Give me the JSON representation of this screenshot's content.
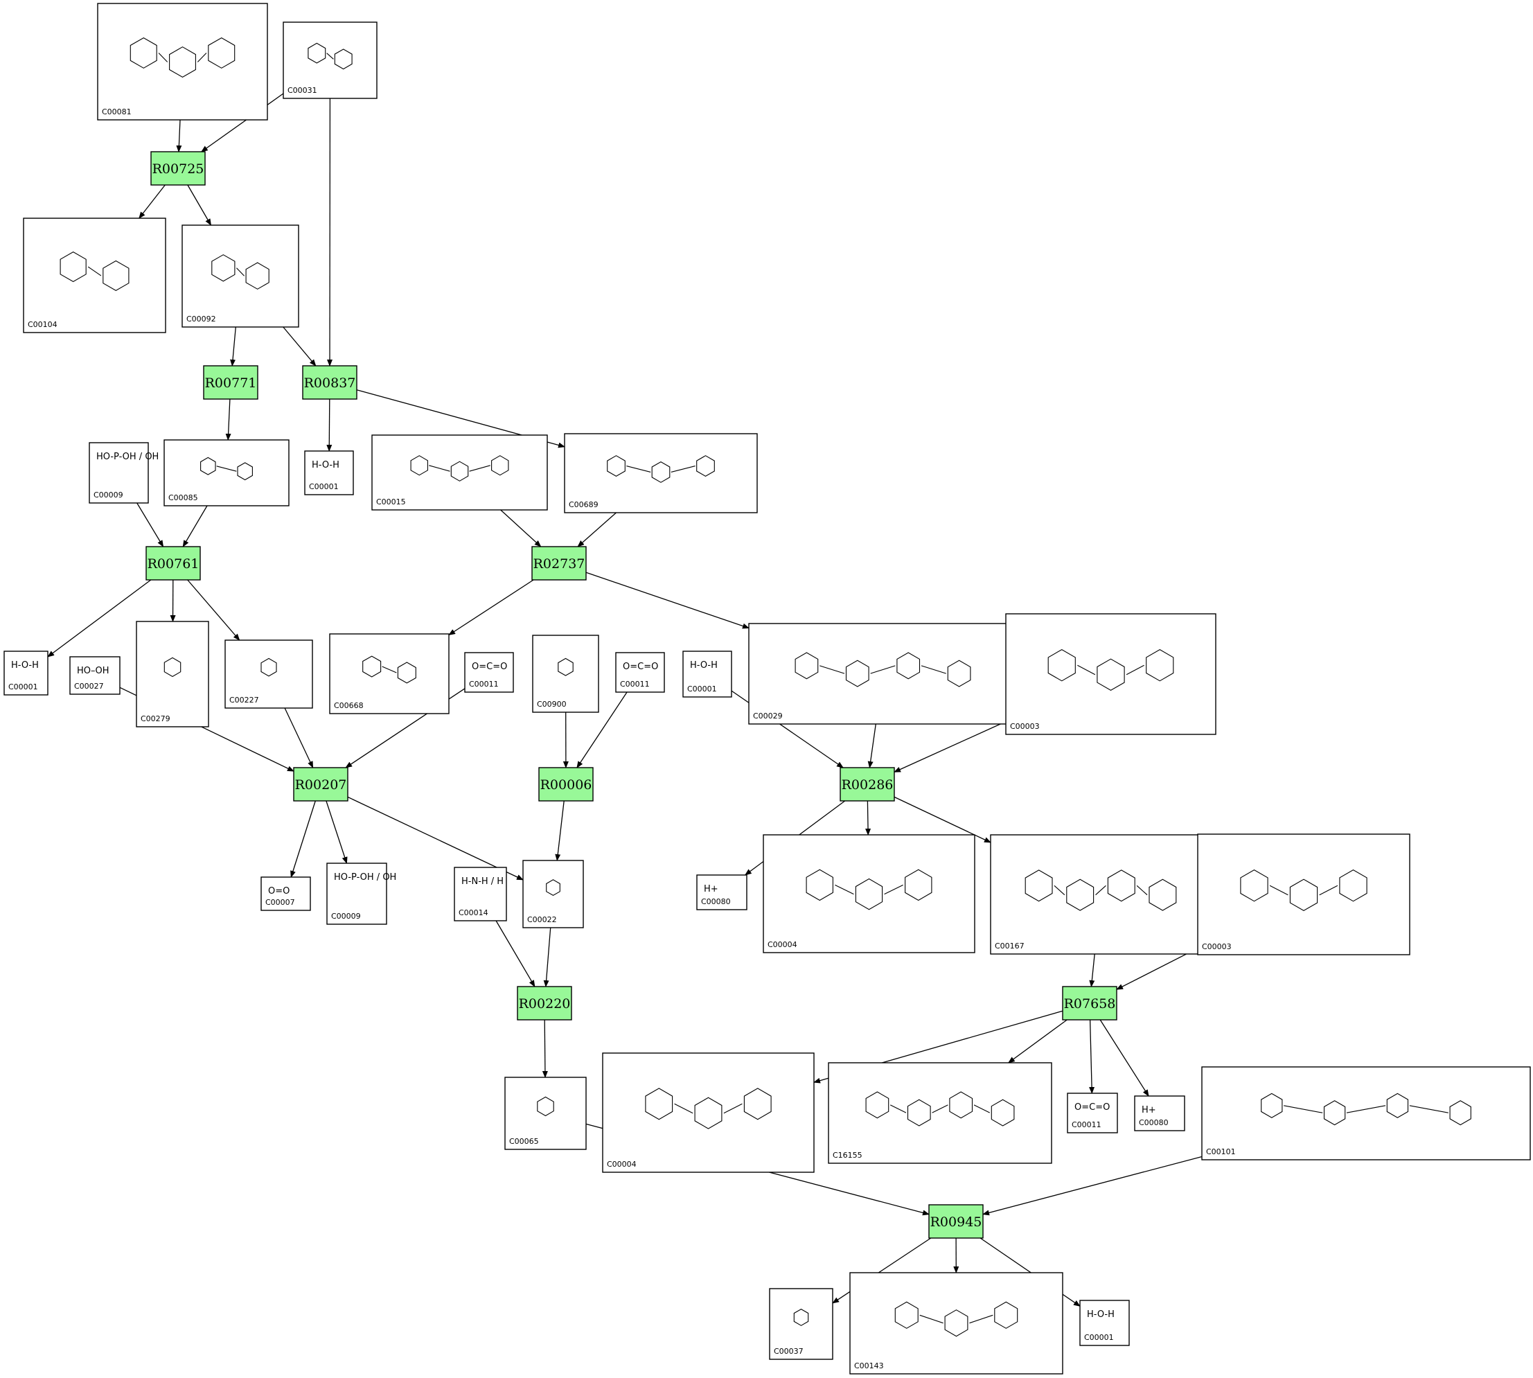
{
  "reactions": [
    {
      "id": "R00725"
    },
    {
      "id": "R00771"
    },
    {
      "id": "R00837"
    },
    {
      "id": "R00761"
    },
    {
      "id": "R02737"
    },
    {
      "id": "R00207"
    },
    {
      "id": "R00006"
    },
    {
      "id": "R00286"
    },
    {
      "id": "R00220"
    },
    {
      "id": "R07658"
    },
    {
      "id": "R00945"
    }
  ],
  "compounds": [
    {
      "key": "c00081",
      "id": "C00081"
    },
    {
      "key": "c00031",
      "id": "C00031"
    },
    {
      "key": "c00104",
      "id": "C00104"
    },
    {
      "key": "c00092",
      "id": "C00092"
    },
    {
      "key": "c00085",
      "id": "C00085"
    },
    {
      "key": "c00009a",
      "id": "C00009",
      "formula": "HO-P-OH / OH"
    },
    {
      "key": "c00001a",
      "id": "C00001",
      "formula": "H-O-H"
    },
    {
      "key": "c00015",
      "id": "C00015"
    },
    {
      "key": "c00689",
      "id": "C00689"
    },
    {
      "key": "c00001b",
      "id": "C00001",
      "formula": "H-O-H"
    },
    {
      "key": "c00027",
      "id": "C00027",
      "formula": "HO–OH"
    },
    {
      "key": "c00279",
      "id": "C00279"
    },
    {
      "key": "c00227",
      "id": "C00227"
    },
    {
      "key": "c00668",
      "id": "C00668"
    },
    {
      "key": "c00011a",
      "id": "C00011",
      "formula": "O=C=O"
    },
    {
      "key": "c00900",
      "id": "C00900"
    },
    {
      "key": "c00011b",
      "id": "C00011",
      "formula": "O=C=O"
    },
    {
      "key": "c00001c",
      "id": "C00001",
      "formula": "H-O-H"
    },
    {
      "key": "c00029",
      "id": "C00029"
    },
    {
      "key": "c00003a",
      "id": "C00003"
    },
    {
      "key": "c00007",
      "id": "C00007",
      "formula": "O=O"
    },
    {
      "key": "c00009b",
      "id": "C00009",
      "formula": "HO-P-OH / OH"
    },
    {
      "key": "c00014",
      "id": "C00014",
      "formula": "H-N-H / H"
    },
    {
      "key": "c00022",
      "id": "C00022"
    },
    {
      "key": "c00080a",
      "id": "C00080",
      "formula": "H+"
    },
    {
      "key": "c00004a",
      "id": "C00004"
    },
    {
      "key": "c00167",
      "id": "C00167"
    },
    {
      "key": "c00003b",
      "id": "C00003"
    },
    {
      "key": "c00065",
      "id": "C00065"
    },
    {
      "key": "c00004b",
      "id": "C00004"
    },
    {
      "key": "c16155",
      "id": "C16155"
    },
    {
      "key": "c00011c",
      "id": "C00011",
      "formula": "O=C=O"
    },
    {
      "key": "c00080b",
      "id": "C00080",
      "formula": "H+"
    },
    {
      "key": "c00101",
      "id": "C00101"
    },
    {
      "key": "c00037",
      "id": "C00037"
    },
    {
      "key": "c00143",
      "id": "C00143"
    },
    {
      "key": "c00001d",
      "id": "C00001",
      "formula": "H-O-H"
    }
  ],
  "edges": [
    [
      "c00081",
      "R00725"
    ],
    [
      "c00031",
      "R00725"
    ],
    [
      "c00031",
      "R00837"
    ],
    [
      "R00725",
      "c00104"
    ],
    [
      "R00725",
      "c00092"
    ],
    [
      "c00092",
      "R00771"
    ],
    [
      "c00092",
      "R00837"
    ],
    [
      "R00771",
      "c00085"
    ],
    [
      "R00837",
      "c00001a"
    ],
    [
      "R00837",
      "c00689"
    ],
    [
      "c00009a",
      "R00761"
    ],
    [
      "c00085",
      "R00761"
    ],
    [
      "c00015",
      "R02737"
    ],
    [
      "c00689",
      "R02737"
    ],
    [
      "R00761",
      "c00001b"
    ],
    [
      "R00761",
      "c00279"
    ],
    [
      "R00761",
      "c00227"
    ],
    [
      "R02737",
      "c00668"
    ],
    [
      "R02737",
      "c00029"
    ],
    [
      "c00027",
      "R00207"
    ],
    [
      "c00227",
      "R00207"
    ],
    [
      "c00011a",
      "R00207"
    ],
    [
      "c00900",
      "R00006"
    ],
    [
      "c00011b",
      "R00006"
    ],
    [
      "c00001c",
      "R00286"
    ],
    [
      "c00029",
      "R00286"
    ],
    [
      "c00003a",
      "R00286"
    ],
    [
      "R00207",
      "c00007"
    ],
    [
      "R00207",
      "c00009b"
    ],
    [
      "R00207",
      "c00022"
    ],
    [
      "R00006",
      "c00022"
    ],
    [
      "R00286",
      "c00080a"
    ],
    [
      "R00286",
      "c00004a"
    ],
    [
      "R00286",
      "c00167"
    ],
    [
      "c00014",
      "R00220"
    ],
    [
      "c00022",
      "R00220"
    ],
    [
      "c00167",
      "R07658"
    ],
    [
      "c00003b",
      "R07658"
    ],
    [
      "R00220",
      "c00065"
    ],
    [
      "R07658",
      "c00004b"
    ],
    [
      "R07658",
      "c16155"
    ],
    [
      "R07658",
      "c00011c"
    ],
    [
      "R07658",
      "c00080b"
    ],
    [
      "c00065",
      "R00945"
    ],
    [
      "c00101",
      "R00945"
    ],
    [
      "R00945",
      "c00037"
    ],
    [
      "R00945",
      "c00143"
    ],
    [
      "R00945",
      "c00001d"
    ]
  ]
}
